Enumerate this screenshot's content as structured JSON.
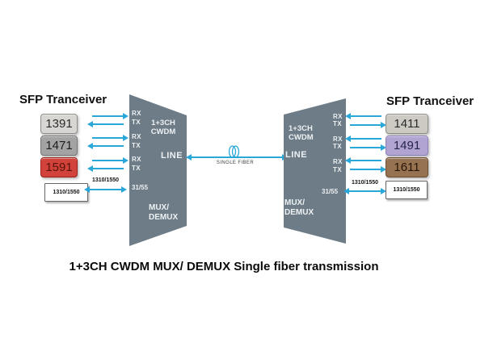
{
  "colors": {
    "arrow": "#2aa7d9",
    "mux": "#6d7c87",
    "mux-text": "#edf1f3"
  },
  "caption": "1+3CH CWDM MUX/ DEMUX Single fiber transmission",
  "fiber_link": {
    "label": "SINGLE FIBER",
    "icon": "fiber-coil-icon"
  },
  "left_panel": {
    "title": "SFP Tranceiver",
    "channels": [
      {
        "label": "1391",
        "color": "#d7d6d2"
      },
      {
        "label": "1471",
        "color": "#a3a3a3"
      },
      {
        "label": "1591",
        "color": "#d0423a"
      }
    ],
    "common_channel": {
      "box_label": "1310/1550",
      "box_color": "#ffffff",
      "link_label": "1310/1550"
    }
  },
  "right_panel": {
    "title": "SFP Tranceiver",
    "channels": [
      {
        "label": "1411",
        "color": "#cdcac4"
      },
      {
        "label": "1491",
        "color": "#b1a4d2"
      },
      {
        "label": "1611",
        "color": "#977250"
      }
    ],
    "common_channel": {
      "box_label": "1310/1550",
      "box_color": "#ffffff",
      "link_label": "1310/1550"
    }
  },
  "left_mux": {
    "name_line1": "1+3CH",
    "name_line2": "CWDM",
    "line_port": "LINE",
    "ports": [
      {
        "rx": "RX",
        "tx": "TX"
      },
      {
        "rx": "RX",
        "tx": "TX"
      },
      {
        "rx": "RX",
        "tx": "TX"
      }
    ],
    "common_port": "31/55",
    "role_line1": "MUX/",
    "role_line2": "DEMUX"
  },
  "right_mux": {
    "name_line1": "1+3CH",
    "name_line2": "CWDM",
    "line_port": "LINE",
    "ports": [
      {
        "rx": "RX",
        "tx": "TX"
      },
      {
        "rx": "RX",
        "tx": "TX"
      },
      {
        "rx": "RX",
        "tx": "TX"
      }
    ],
    "common_port": "31/55",
    "role_line1": "MUX/",
    "role_line2": "DEMUX"
  }
}
